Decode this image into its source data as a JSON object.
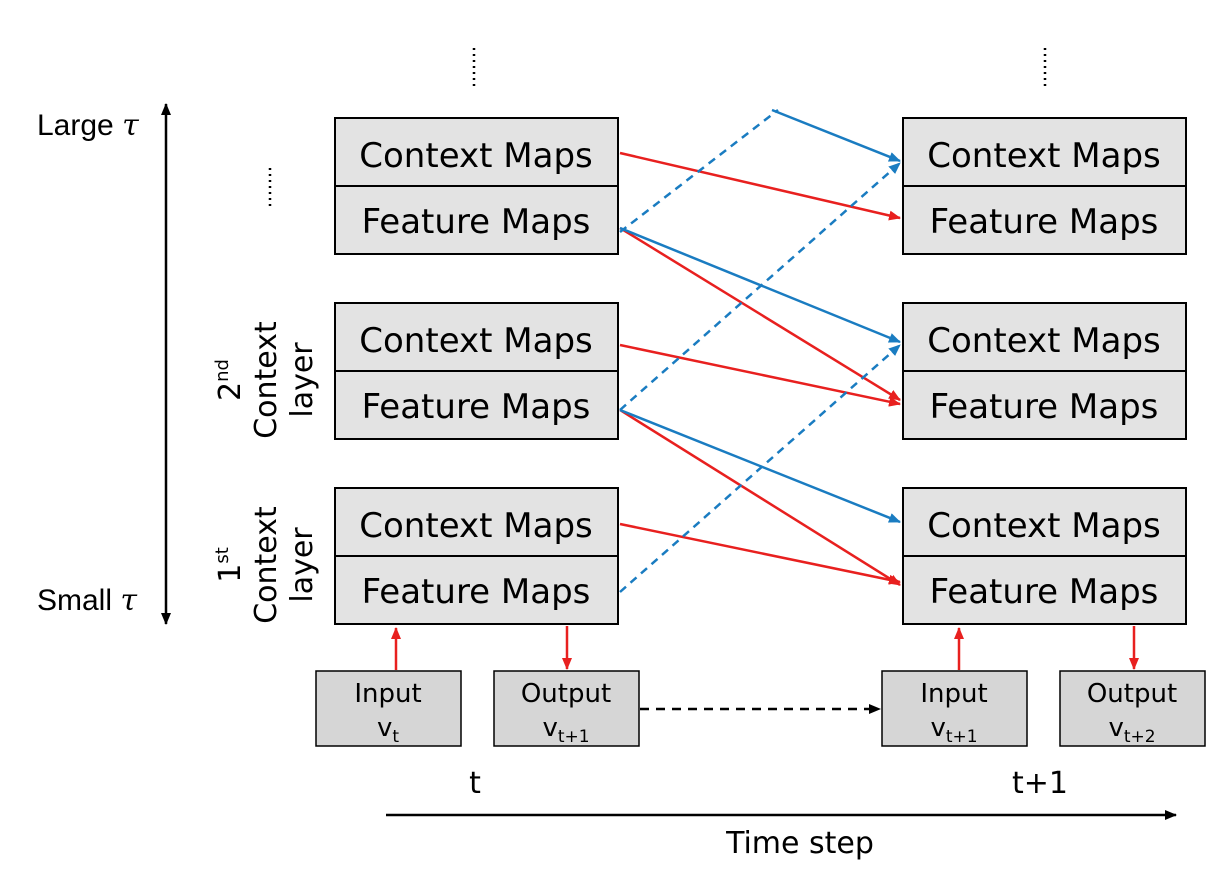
{
  "labels": {
    "context_maps": "Context Maps",
    "feature_maps": "Feature Maps",
    "large_tau": "Large",
    "small_tau": "Small",
    "tau_symbol": "τ",
    "first_ctx_num": "1",
    "first_ctx_sup": "st",
    "second_ctx_num": "2",
    "second_ctx_sup": "nd",
    "context_word": "Context",
    "layer_word": "layer",
    "time_t": "t",
    "time_t1": "t+1",
    "time_axis": "Time step",
    "ellipsis": "......"
  },
  "io": {
    "input_t": {
      "label": "Input",
      "var": "v",
      "sub": "t"
    },
    "output_t": {
      "label": "Output",
      "var": "v",
      "sub": "t+1"
    },
    "input_t1": {
      "label": "Input",
      "var": "v",
      "sub": "t+1"
    },
    "output_t1": {
      "label": "Output",
      "var": "v",
      "sub": "t+2"
    }
  },
  "colors": {
    "red_arrow": "#e8201f",
    "blue_arrow": "#1a7cc1",
    "box_fill": "#e3e3e3",
    "io_fill": "#d6d6d6"
  }
}
